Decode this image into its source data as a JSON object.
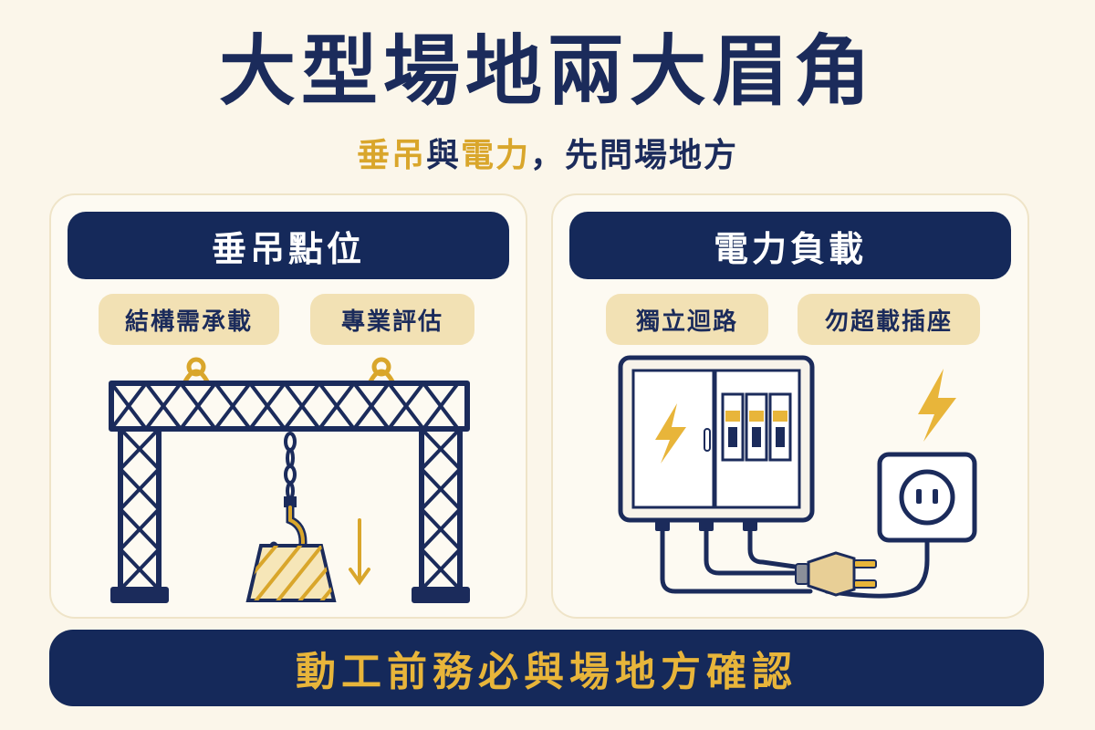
{
  "title": "大型場地兩大眉角",
  "subtitle": {
    "part1": "垂吊",
    "part2": "與",
    "part3": "電力",
    "part4": "，先問場地方"
  },
  "left_panel": {
    "header": "垂吊點位",
    "tags": [
      "結構需承載",
      "專業評估"
    ]
  },
  "right_panel": {
    "header": "電力負載",
    "tags": [
      "獨立迴路",
      "勿超載插座"
    ]
  },
  "footer": "動工前務必與場地方確認",
  "colors": {
    "navy": "#15295a",
    "gold": "#d9a62b",
    "background": "#fbf6ea",
    "pill": "#f2e1b4"
  },
  "icons": [
    "truss-icon",
    "hook-icon",
    "weight-icon",
    "arrow-down-icon",
    "electrical-panel-icon",
    "lightning-icon",
    "outlet-icon",
    "plug-icon"
  ]
}
